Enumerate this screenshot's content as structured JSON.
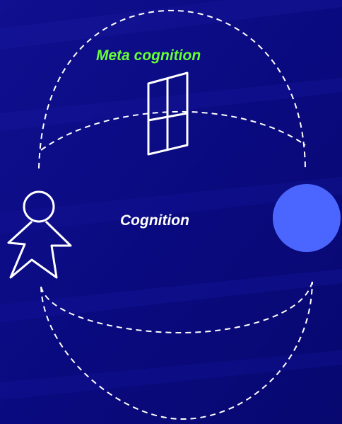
{
  "diagram": {
    "labels": {
      "meta_cognition": "Meta cognition",
      "cognition": "Cognition"
    },
    "colors": {
      "background": "#0a0a82",
      "meta_label": "#66ff33",
      "cognition_label": "#ffffff",
      "object_circle": "#4a66ff",
      "lines": "#ffffff"
    },
    "icons": [
      "person-icon",
      "window-icon",
      "object-circle"
    ]
  }
}
